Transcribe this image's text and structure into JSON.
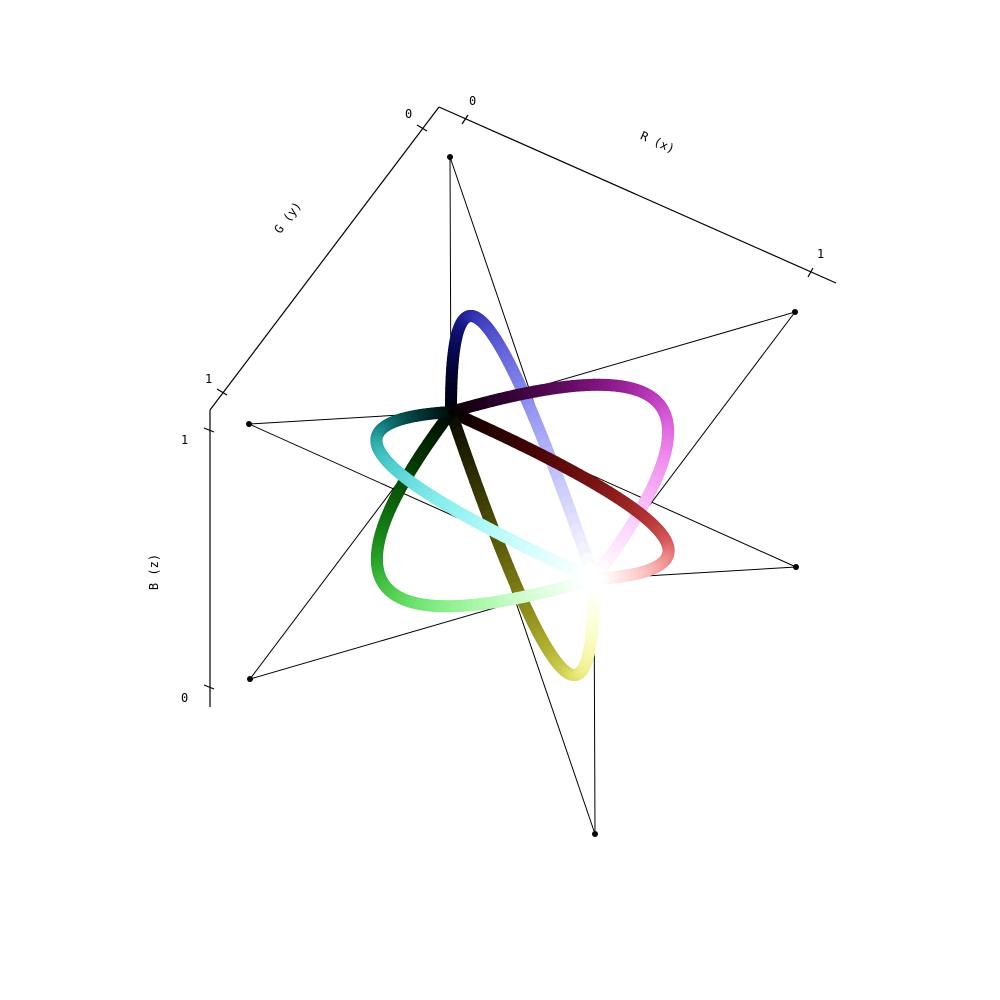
{
  "axes": {
    "x": {
      "label": "R (x)",
      "tick_min": "0",
      "tick_max": "1"
    },
    "y": {
      "label": "G (y)",
      "tick_min": "0",
      "tick_max": "1"
    },
    "z": {
      "label": "B (z)",
      "tick_min": "0",
      "tick_max": "1"
    }
  },
  "curves": [
    {
      "name": "blue",
      "corner": [
        0,
        0,
        1
      ],
      "color": "#0000ff"
    },
    {
      "name": "magenta",
      "corner": [
        1,
        0,
        1
      ],
      "color": "#ff00ff"
    },
    {
      "name": "red",
      "corner": [
        1,
        0,
        0
      ],
      "color": "#ff0000"
    },
    {
      "name": "yellow",
      "corner": [
        1,
        1,
        0
      ],
      "color": "#ffff00"
    },
    {
      "name": "green",
      "corner": [
        0,
        1,
        0
      ],
      "color": "#00ff00"
    },
    {
      "name": "cyan",
      "corner": [
        0,
        1,
        1
      ],
      "color": "#00ffff"
    }
  ],
  "endpoints": {
    "black": "#000000",
    "white": "#ffffff"
  }
}
